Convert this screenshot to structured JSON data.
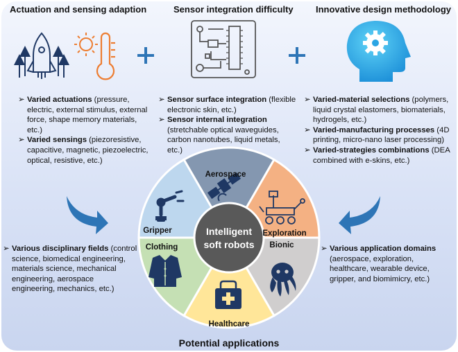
{
  "headers": {
    "left": "Actuation and sensing adaption",
    "middle": "Sensor integration difficulty",
    "right": "Innovative design methodology"
  },
  "left_block": [
    {
      "bold": "Varied actuations",
      "rest": " (pressure, electric, external stimulus, external force, shape memory materials, etc.)"
    },
    {
      "bold": "Varied sensings",
      "rest": " (piezoresistive, capacitive, magnetic, piezoelectric, optical, resistive, etc.)"
    }
  ],
  "middle_block": [
    {
      "bold": "Sensor surface integration",
      "rest": " (flexible electronic skin, etc.)"
    },
    {
      "bold": "Sensor internal integration",
      "rest": " (stretchable optical waveguides, carbon nanotubes, liquid metals, etc.)"
    }
  ],
  "right_block": [
    {
      "bold": "Varied-material selections",
      "rest": " (polymers, liquid crystal elastomers, biomaterials, hydrogels, etc.)"
    },
    {
      "bold": "Varied-manufacturing processes",
      "rest": " (4D printing, micro-nano laser processing)"
    },
    {
      "bold": "Varied-strategies combinations",
      "rest": " (DEA combined with e-skins, etc.)"
    }
  ],
  "bottom_left": {
    "bold": "Various disciplinary fields",
    "rest": " (control science, biomedical engineering, materials science, mechanical engineering, aerospace engineering, mechanics, etc.)"
  },
  "bottom_right": {
    "bold": "Various application domains",
    "rest": " (aerospace, exploration, healthcare, wearable device, gripper, and biomimicry, etc.)"
  },
  "wheel": {
    "center_line1": "Intelligent",
    "center_line2": "soft robots",
    "segments": [
      {
        "label": "Aerospace",
        "color": "#8497b0"
      },
      {
        "label": "Exploration",
        "color": "#f4b183"
      },
      {
        "label": "Bionic",
        "color": "#d0cece"
      },
      {
        "label": "Healthcare",
        "color": "#ffe699"
      },
      {
        "label": "Clothing",
        "color": "#c5e0b4"
      },
      {
        "label": "Gripper",
        "color": "#bdd7ee"
      }
    ]
  },
  "bottom_title": "Potential applications",
  "bullet_glyph": "➢",
  "colors": {
    "panel": "#dbe3f7",
    "accent": "#2e75b6",
    "icon_navy": "#1f3864",
    "heat": "#ed7d31"
  }
}
